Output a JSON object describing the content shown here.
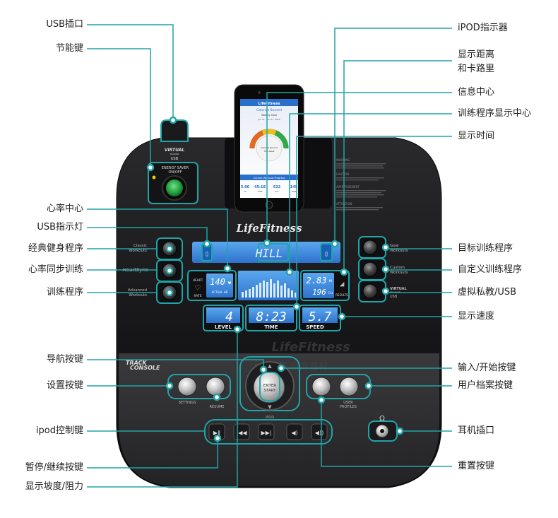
{
  "labels_left": [
    {
      "id": "usb-port",
      "text": "USB插口"
    },
    {
      "id": "energy-key",
      "text": "节能键"
    },
    {
      "id": "heart-center",
      "text": "心率中心"
    },
    {
      "id": "usb-indicator",
      "text": "USB指示灯"
    },
    {
      "id": "classic-workouts",
      "text": "经典健身程序"
    },
    {
      "id": "heart-sync",
      "text": "心率同步训练"
    },
    {
      "id": "advanced-workouts",
      "text": "训练程序"
    },
    {
      "id": "nav-keys",
      "text": "导航按键"
    },
    {
      "id": "settings-keys",
      "text": "设置按键"
    },
    {
      "id": "ipod-control",
      "text": "ipod控制键"
    },
    {
      "id": "pause-resume",
      "text": "暂停/继续按键"
    },
    {
      "id": "incline",
      "text": "显示坡度/阻力"
    }
  ],
  "labels_right": [
    {
      "id": "ipod-indicator",
      "text": "iPOD指示器"
    },
    {
      "id": "distance-cal",
      "text": "显示距离\n和卡路里"
    },
    {
      "id": "message-center",
      "text": "信息中心"
    },
    {
      "id": "workout-center",
      "text": "训练程序显示中心"
    },
    {
      "id": "show-time",
      "text": "显示时间"
    },
    {
      "id": "goal-workouts",
      "text": "目标训练程序"
    },
    {
      "id": "custom-workouts",
      "text": "自定义训练程序"
    },
    {
      "id": "virtual-trainer",
      "text": "虚拟私教/USB"
    },
    {
      "id": "show-speed",
      "text": "显示速度"
    },
    {
      "id": "enter-start",
      "text": "输入/开始按键"
    },
    {
      "id": "user-profile",
      "text": "用户档案按键"
    },
    {
      "id": "headphone",
      "text": "耳机插口"
    },
    {
      "id": "reset",
      "text": "重置按键"
    }
  ],
  "console": {
    "brand": "LifeFitness",
    "virtual_trainer": "VIRTUAL",
    "virtual_trainer_sub": "TRAINER",
    "usb": "USB",
    "energy_saver": "ENERGY SAVER",
    "on_off": "ON/OFF",
    "track_console": [
      "TRACK",
      "CONSOLE"
    ],
    "message": "HILL",
    "heart_rate_value": "140",
    "heart_label": "HEART",
    "rate_label": "RATE",
    "actual_hr": "ACTUAL HR",
    "distance_value": "2.83",
    "distance_unit": "MI",
    "calories_value": "196",
    "calories_unit": "CAL",
    "results_label": "RESULTS",
    "level_value": "4",
    "level_label": "LEVEL",
    "time_value": "8:23",
    "time_label": "TIME",
    "speed_value": "5.7",
    "speed_label": "SPEED",
    "classic": [
      "Classic",
      "Workouts"
    ],
    "heart_sync": "HeartSync",
    "advanced": [
      "Advanced",
      "Workouts"
    ],
    "goal": [
      "Goal",
      "Workouts"
    ],
    "custom": [
      "Custom",
      "Workouts"
    ],
    "virtual_right": [
      "VIRTUAL",
      "TRAINER",
      "USB"
    ],
    "settings": "SETTINGS",
    "resume": "RESUME",
    "enter": "ENTER",
    "start": "START",
    "user_profiles": [
      "USER",
      "PROFILES"
    ],
    "ipod_small": "iPOD",
    "watermark_brand": "LifeFitness",
    "watermark_cn": "力健体育 健身器材"
  },
  "phone": {
    "app_title": "LifeFitness",
    "screen_title": "Calories Burned",
    "weekly_goal": "Weekly Goal",
    "date_range": "Jun 11 - Jun 17, 2012",
    "gauge_center": "Calories Burned",
    "gauge_sub": "This Week",
    "progress_title": "Current Workout Progress",
    "stats": [
      {
        "value": "5.06",
        "label": "MI"
      },
      {
        "value": "45:18",
        "label": "TIME"
      },
      {
        "value": "622",
        "label": "CAL"
      },
      {
        "value": "145",
        "label": "BPM"
      }
    ]
  },
  "warning_text": [
    "WARNING",
    "CAUTION",
    "AVERTISSEMENT",
    "ATTENTION"
  ],
  "colors": {
    "accent": "#20a4a8",
    "lcd": "#3f8fe0",
    "lcd_dark": "#1a5fb5",
    "console_body": "#1b1b1d",
    "console_lower": "#2c2c2e",
    "button": "#3a3a3a",
    "green": "#2db24a"
  }
}
